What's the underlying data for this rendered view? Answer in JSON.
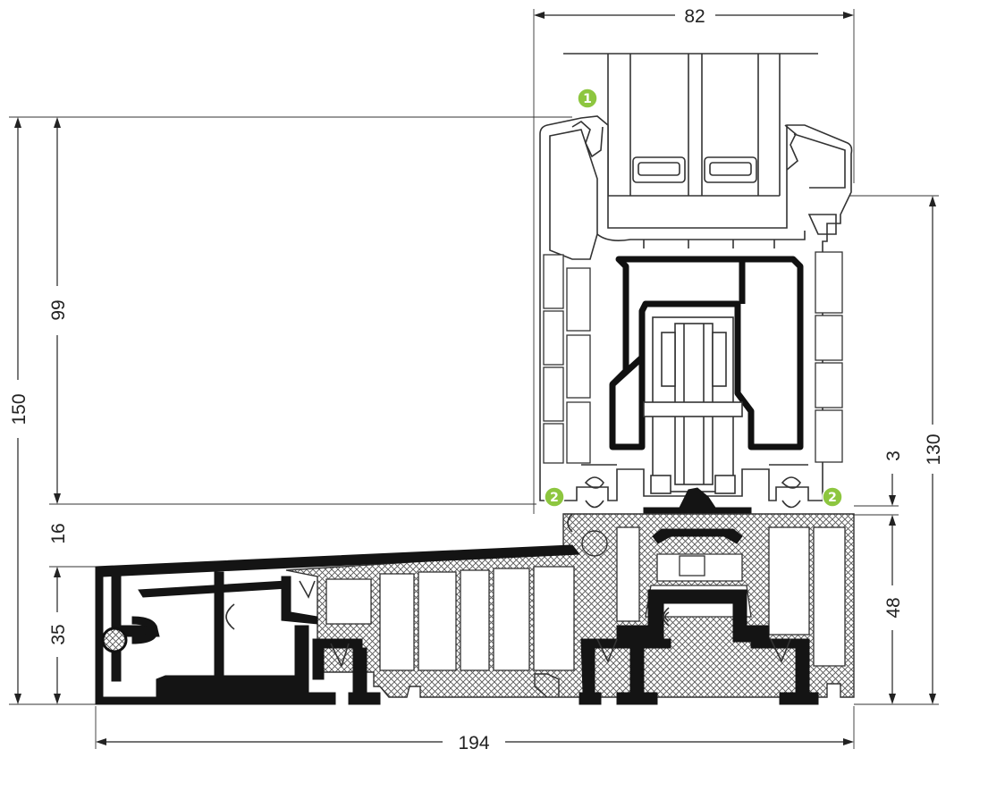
{
  "dimensions": {
    "top_width": "82",
    "bottom_width": "194",
    "left_total_height": "150",
    "left_sash_height": "99",
    "left_gap": "16",
    "left_sill_height": "35",
    "right_frame_height": "130",
    "right_gap": "3",
    "right_threshold_height": "48"
  },
  "badges": {
    "seal_top": "1",
    "seal_bottom_left": "2",
    "seal_bottom_right": "2"
  },
  "colors": {
    "badge_green": "#8dc63f",
    "line_black": "#141414"
  }
}
